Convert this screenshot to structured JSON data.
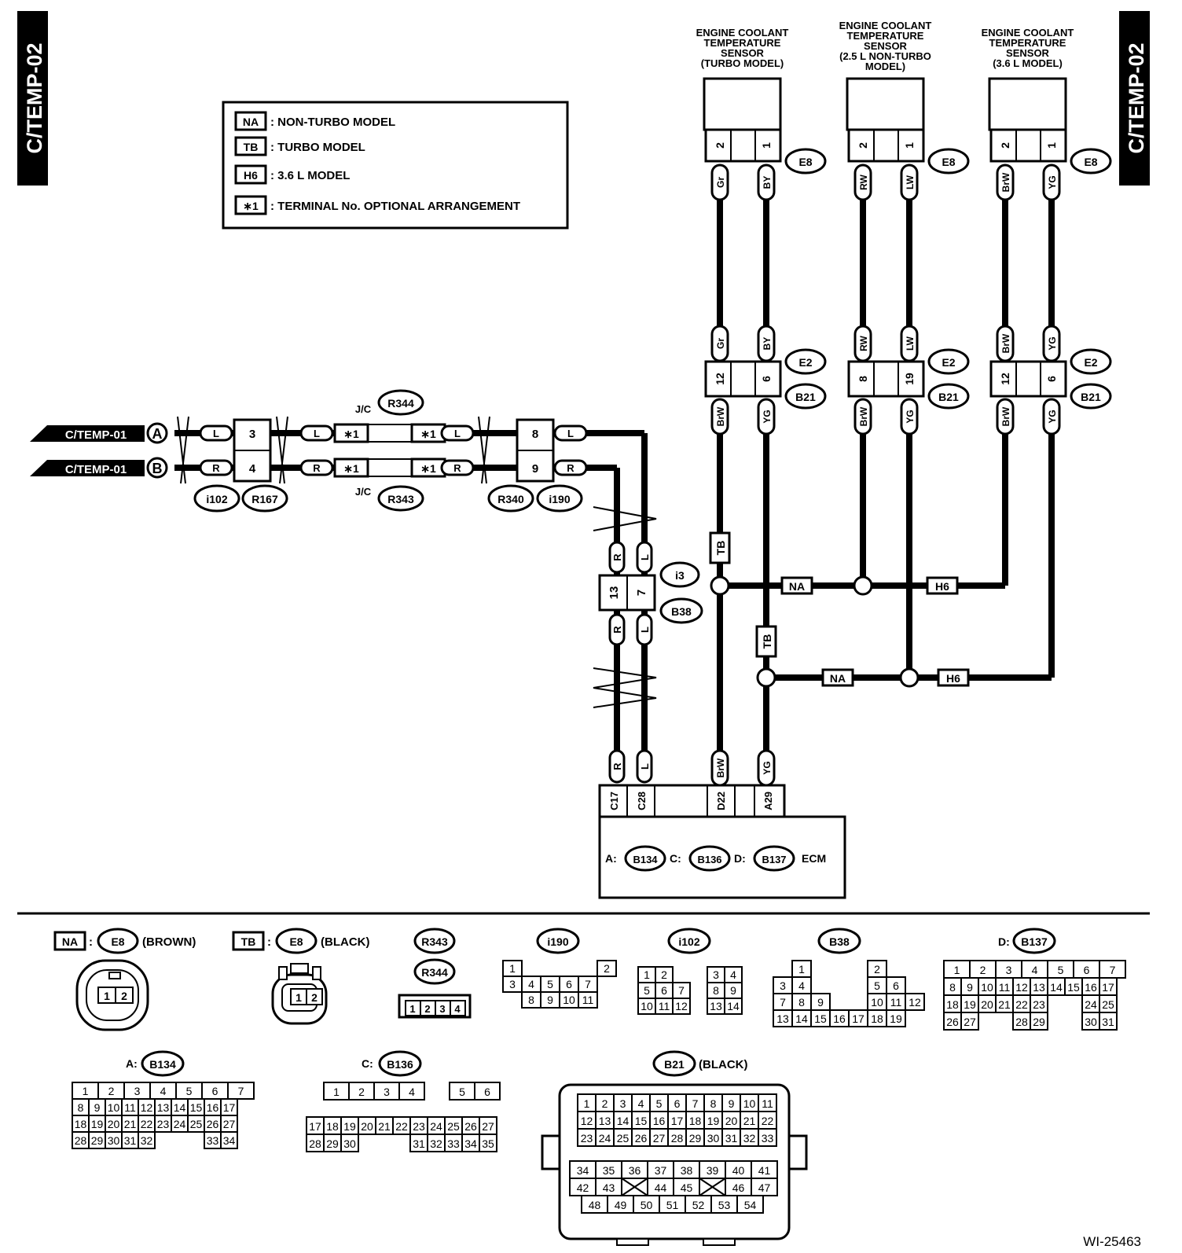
{
  "side_tabs": {
    "left": "C/TEMP-02",
    "right": "C/TEMP-02"
  },
  "legend": [
    {
      "code": "NA",
      "text": ": NON-TURBO MODEL"
    },
    {
      "code": "TB",
      "text": ": TURBO MODEL"
    },
    {
      "code": "H6",
      "text": ": 3.6 L MODEL"
    },
    {
      "code": "∗1",
      "text": ": TERMINAL No. OPTIONAL ARRANGEMENT"
    }
  ],
  "sensors": [
    {
      "title_lines": [
        "ENGINE COOLANT",
        "TEMPERATURE",
        "SENSOR",
        "(TURBO MODEL)"
      ],
      "pins": [
        "2",
        "1"
      ],
      "conn": "E8",
      "wires_top": [
        "Gr",
        "BY"
      ],
      "wires_mid": [
        "Gr",
        "BY"
      ],
      "jpins": [
        "12",
        "6"
      ],
      "jconn": [
        "E2",
        "B21"
      ],
      "wires_bot": [
        "BrW",
        "YG"
      ]
    },
    {
      "title_lines": [
        "ENGINE COOLANT",
        "TEMPERATURE",
        "SENSOR",
        "(2.5 L NON-TURBO",
        "MODEL)"
      ],
      "pins": [
        "2",
        "1"
      ],
      "conn": "E8",
      "wires_top": [
        "RW",
        "LW"
      ],
      "wires_mid": [
        "RW",
        "LW"
      ],
      "jpins": [
        "8",
        "19"
      ],
      "jconn": [
        "E2",
        "B21"
      ],
      "wires_bot": [
        "BrW",
        "YG"
      ]
    },
    {
      "title_lines": [
        "ENGINE COOLANT",
        "TEMPERATURE",
        "SENSOR",
        "(3.6 L MODEL)"
      ],
      "pins": [
        "2",
        "1"
      ],
      "conn": "E8",
      "wires_top": [
        "BrW",
        "YG"
      ],
      "wires_mid": [
        "BrW",
        "YG"
      ],
      "jpins": [
        "12",
        "6"
      ],
      "jconn": [
        "E2",
        "B21"
      ],
      "wires_bot": [
        "BrW",
        "YG"
      ]
    }
  ],
  "harness": {
    "refs": {
      "ref": "C/TEMP-01",
      "a": "A",
      "b": "B"
    },
    "wire_l": "L",
    "wire_r": "R",
    "conn1": {
      "pins": [
        "3",
        "4"
      ],
      "labels": [
        "i102",
        "R167"
      ]
    },
    "jc": {
      "label": "J/C",
      "pin": "∗1",
      "top": "R344",
      "bottom": "R343"
    },
    "conn2": {
      "pins": [
        "8",
        "9"
      ],
      "labels": [
        "R340",
        "i190"
      ]
    },
    "i3": {
      "pins": [
        "13",
        "7"
      ],
      "labels": [
        "i3",
        "B38"
      ]
    }
  },
  "selectors": {
    "tb": "TB",
    "na": "NA",
    "h6": "H6"
  },
  "ecm": {
    "wires": [
      "R",
      "L",
      "BrW",
      "YG"
    ],
    "pins": [
      "C17",
      "C28",
      "D22",
      "A29"
    ],
    "a": "A:",
    "a_conn": "B134",
    "c": "C:",
    "c_conn": "B136",
    "d": "D:",
    "d_conn": "B137",
    "name": "ECM"
  },
  "connectors": {
    "na_e8": {
      "code": "NA",
      "sep": ":",
      "conn": "E8",
      "color": "(BROWN)",
      "pins": [
        "1",
        "2"
      ]
    },
    "tb_e8": {
      "code": "TB",
      "sep": ":",
      "conn": "E8",
      "color": "(BLACK)",
      "pins": [
        "1",
        "2"
      ]
    },
    "r343": {
      "conns": [
        "R343",
        "R344"
      ],
      "pins": [
        "1",
        "2",
        "3",
        "4"
      ]
    },
    "i190": {
      "conn": "i190"
    },
    "i102": {
      "conn": "i102"
    },
    "b38": {
      "conn": "B38"
    },
    "b137": {
      "prefix": "D:",
      "conn": "B137"
    },
    "b134": {
      "prefix": "A:",
      "conn": "B134"
    },
    "b136": {
      "prefix": "C:",
      "conn": "B136"
    },
    "b21": {
      "conn": "B21",
      "color": "(BLACK)"
    }
  },
  "footer_id": "WI-25463"
}
